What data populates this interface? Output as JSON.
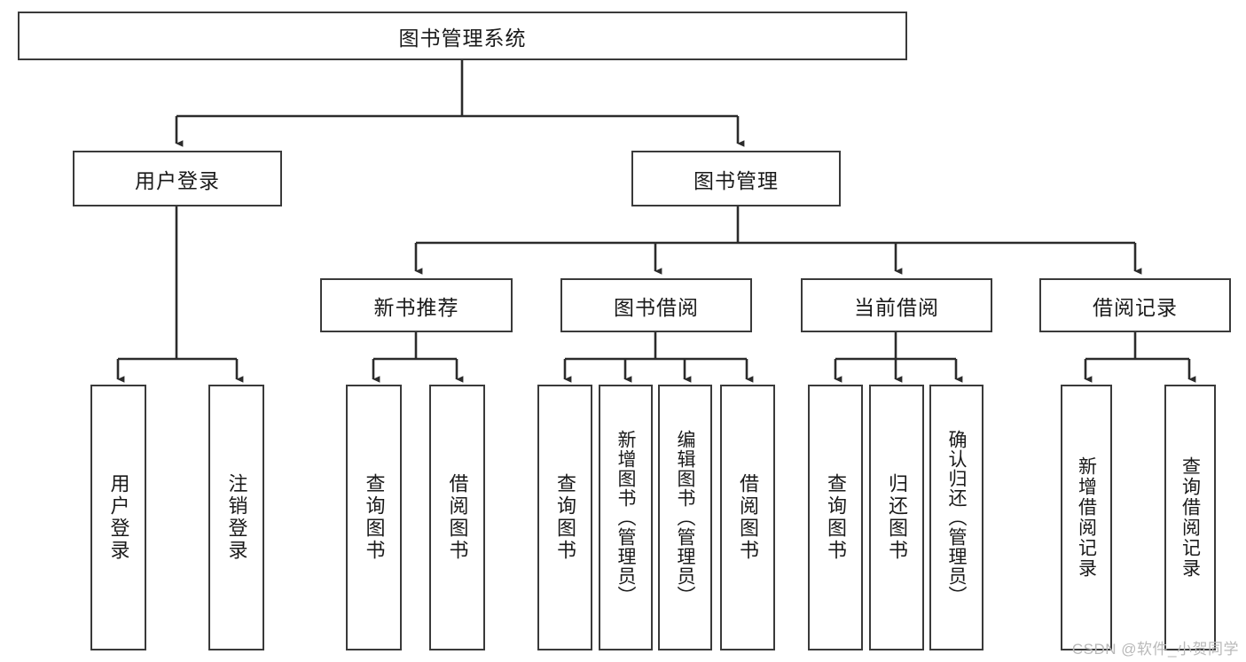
{
  "diagram": {
    "title": "图书管理系统",
    "type": "tree-hierarchy-diagram",
    "watermark": "CSDN @软件_小贺同学",
    "colors": {
      "node_border": "#3a3a3a",
      "node_fill": "#ffffff",
      "edge": "#2b2b2b",
      "text": "#1a1a1a",
      "watermark": "#b9b9b9",
      "background": "#ffffff"
    },
    "root": {
      "label": "图书管理系统"
    },
    "level2": [
      {
        "label": "用户登录"
      },
      {
        "label": "图书管理"
      }
    ],
    "level3": [
      {
        "label": "新书推荐"
      },
      {
        "label": "图书借阅"
      },
      {
        "label": "当前借阅"
      },
      {
        "label": "借阅记录"
      }
    ],
    "leaves": {
      "user_login": [
        {
          "label": "用户登录"
        },
        {
          "label": "注销登录"
        }
      ],
      "new_book_recommend": [
        {
          "label": "查询图书"
        },
        {
          "label": "借阅图书"
        }
      ],
      "book_borrow": [
        {
          "label": "查询图书"
        },
        {
          "label": "新增图书（管理员）"
        },
        {
          "label": "编辑图书（管理员）"
        },
        {
          "label": "借阅图书"
        }
      ],
      "current_borrow": [
        {
          "label": "查询图书"
        },
        {
          "label": "归还图书"
        },
        {
          "label": "确认归还（管理员）"
        }
      ],
      "borrow_record": [
        {
          "label": "新增借阅记录"
        },
        {
          "label": "查询借阅记录"
        }
      ]
    }
  }
}
